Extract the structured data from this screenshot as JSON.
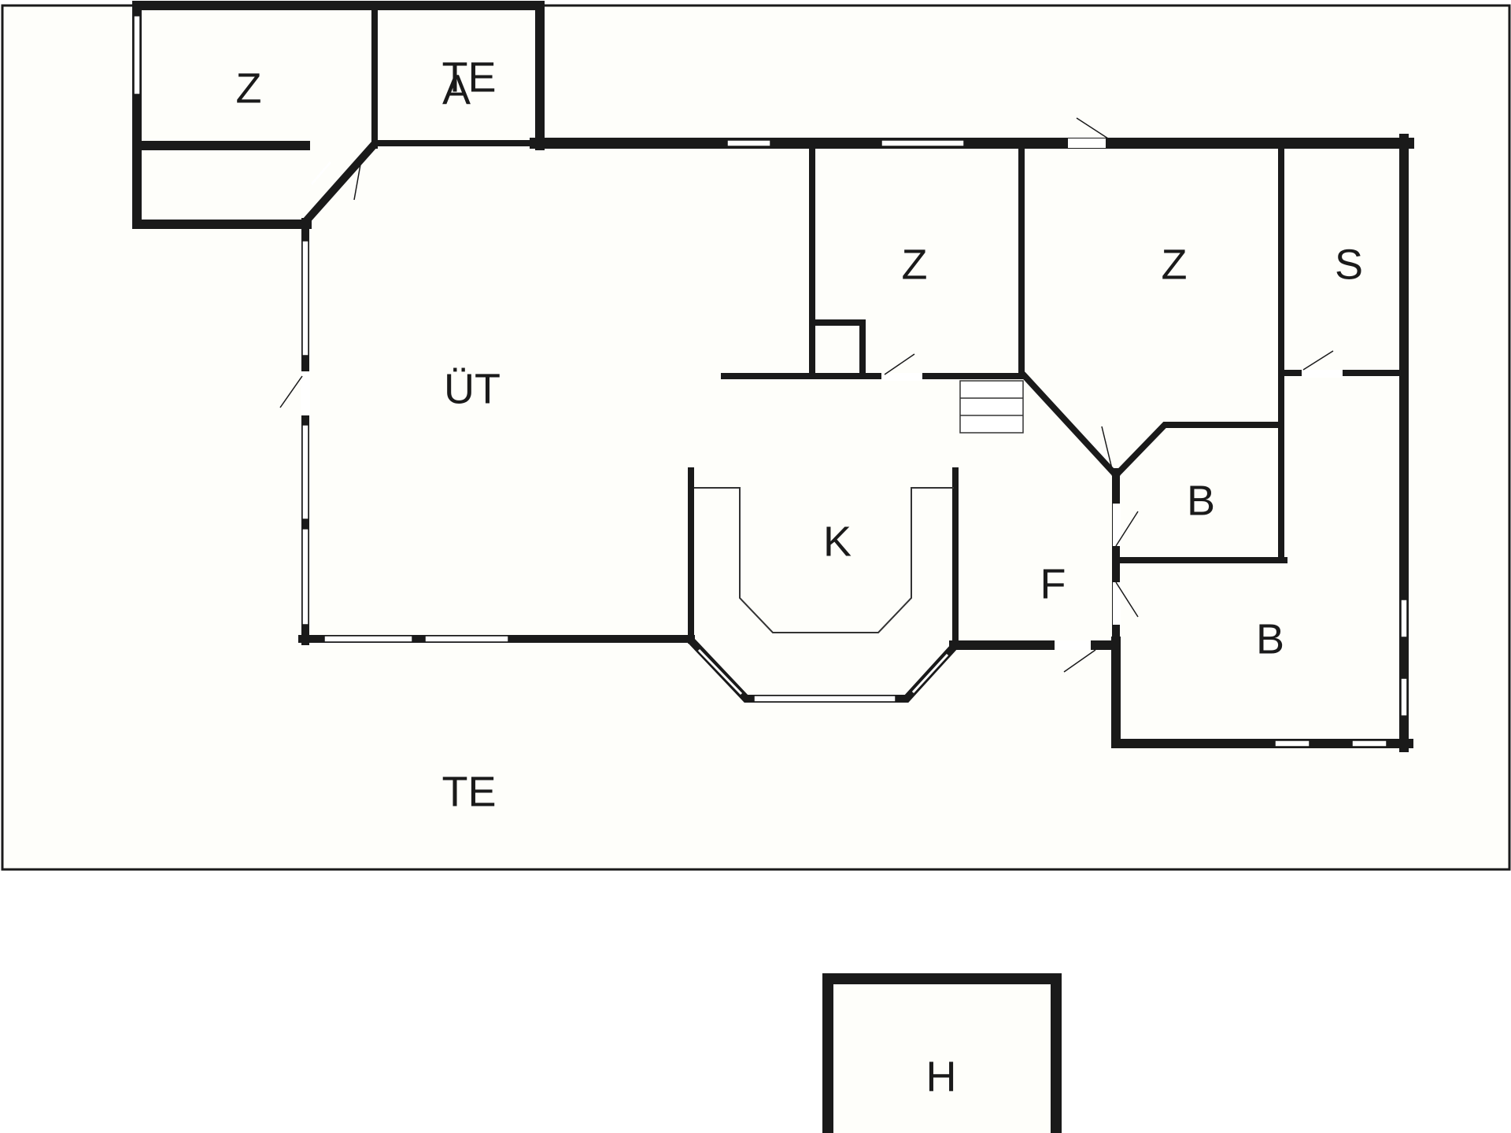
{
  "colors": {
    "background": "#ffffff",
    "terrace_fill": "#fefefa",
    "wall": "#1a1a1a",
    "opening": "#ffffff",
    "thin_line": "#333333"
  },
  "labels": {
    "terrace_front": "TE",
    "terrace_top": "TE",
    "annex_a": "A",
    "bedroom_topleft": "Z",
    "living": "ÜT",
    "bedroom_mid": "Z",
    "bedroom_right": "Z",
    "storage": "S",
    "kitchen": "K",
    "hall": "F",
    "bath_upper": "B",
    "bath_lower": "B",
    "outbuilding": "H"
  }
}
